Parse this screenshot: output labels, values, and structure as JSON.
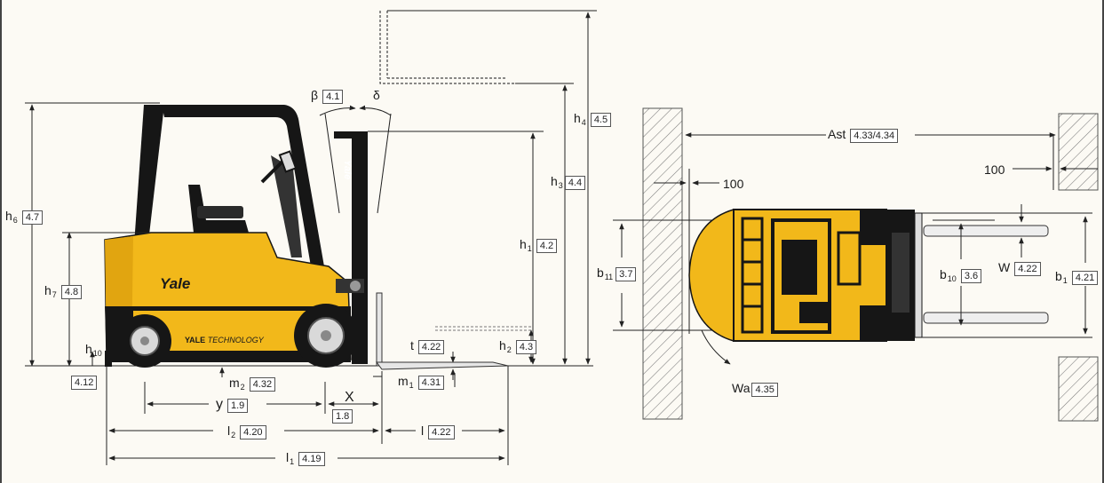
{
  "brand": {
    "logo": "Yale",
    "mast_logo": "Yale",
    "side_logo": "YALE",
    "side_logo_rest": "TECHNOLOGY"
  },
  "colors": {
    "yellow": "#f2b81a",
    "black": "#161616",
    "hatch": "#7a7a7a",
    "line": "#222222",
    "background": "#fcfaf4"
  },
  "side_view": {
    "h6": {
      "sym": "h",
      "sub": "6",
      "ref": "4.7"
    },
    "h7": {
      "sym": "h",
      "sub": "7",
      "ref": "4.8"
    },
    "h10": {
      "sym": "h",
      "sub": "10"
    },
    "r412": {
      "ref": "4.12"
    },
    "beta": {
      "sym": "β",
      "ref": "4.1"
    },
    "delta": {
      "sym": "δ"
    },
    "h4": {
      "sym": "h",
      "sub": "4",
      "ref": "4.5"
    },
    "h3": {
      "sym": "h",
      "sub": "3",
      "ref": "4.4"
    },
    "h1": {
      "sym": "h",
      "sub": "1",
      "ref": "4.2"
    },
    "h2": {
      "sym": "h",
      "sub": "2",
      "ref": "4.3"
    },
    "t": {
      "sym": "t",
      "ref": "4.22"
    },
    "m1": {
      "sym": "m",
      "sub": "1",
      "ref": "4.31"
    },
    "m2": {
      "sym": "m",
      "sub": "2",
      "ref": "4.32"
    },
    "y": {
      "sym": "y",
      "ref": "1.9"
    },
    "x": {
      "sym": "X",
      "ref": "1.8"
    },
    "l2": {
      "sym": "l",
      "sub": "2",
      "ref": "4.20"
    },
    "l": {
      "sym": "l",
      "ref": "4.22"
    },
    "l1": {
      "sym": "l",
      "sub": "1",
      "ref": "4.19"
    }
  },
  "top_view": {
    "ast": {
      "sym": "Ast",
      "ref": "4.33/4.34"
    },
    "c100_right": "100",
    "c100_left": "100",
    "b11": {
      "sym": "b",
      "sub": "11",
      "ref": "3.7"
    },
    "b10": {
      "sym": "b",
      "sub": "10",
      "ref": "3.6"
    },
    "w": {
      "sym": "W",
      "ref": "4.22"
    },
    "b1": {
      "sym": "b",
      "sub": "1",
      "ref": "4.21"
    },
    "wa": {
      "sym": "Wa",
      "ref": "4.35"
    }
  }
}
